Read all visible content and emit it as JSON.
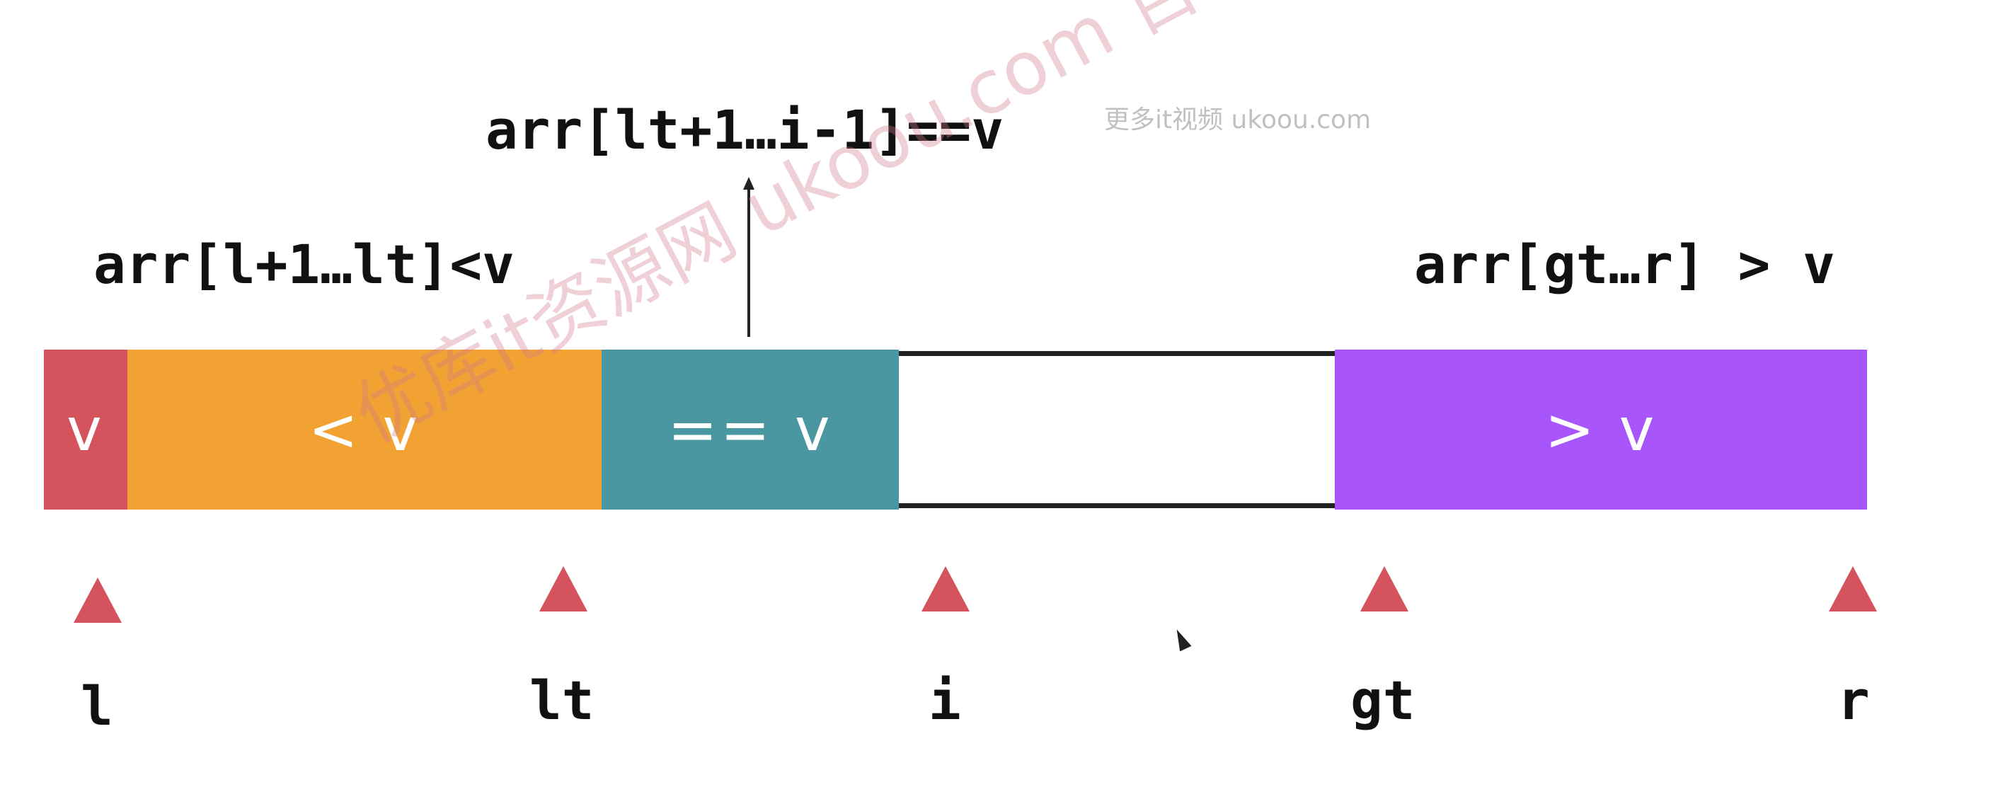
{
  "labels": {
    "equal_range": "arr[lt+1…i-1]==v",
    "less_range": "arr[l+1…lt]<v",
    "greater_range": "arr[gt…r] > v"
  },
  "segments": {
    "pivot": "v",
    "less": "< v",
    "equal": "== v",
    "greater": "> v"
  },
  "pointers": {
    "l": "l",
    "lt": "lt",
    "i": "i",
    "gt": "gt",
    "r": "r"
  },
  "colors": {
    "pivot": "#d4535c",
    "less": "#f2a233",
    "equal": "#4a97a1",
    "greater": "#a856fb",
    "marker": "#d4535c"
  },
  "watermark": {
    "main": "优库it资源网 ukoou.com 百T资源随心",
    "small": "更多it视频 ukoou.com"
  }
}
